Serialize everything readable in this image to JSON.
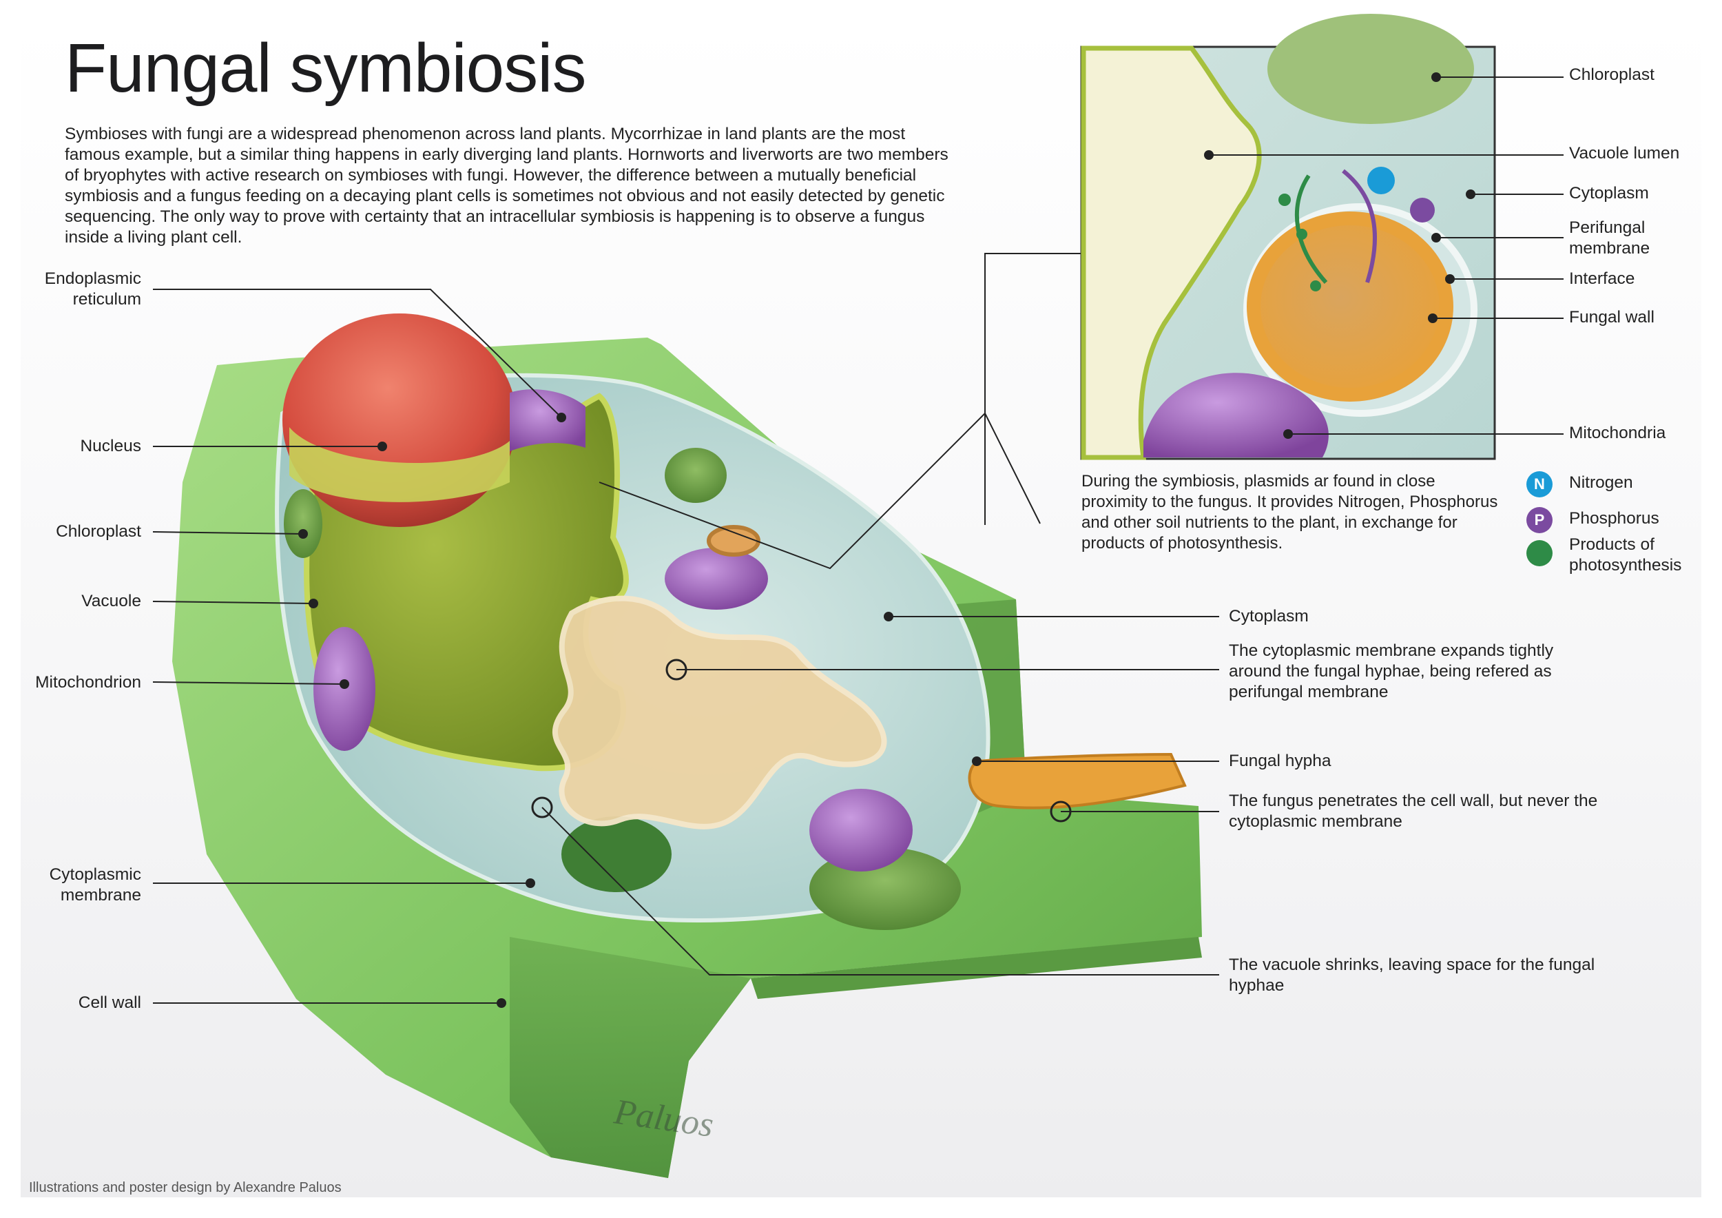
{
  "title": "Fungal symbiosis",
  "intro": "Symbioses with fungi are a widespread phenomenon across land plants. Mycorrhizae in land plants are the most famous example, but a similar thing happens in early diverging land plants. Hornworts and liverworts are two members of bryophytes with active research on symbioses with fungi. However, the difference between a mutually beneficial symbiosis and a fungus feeding on a decaying plant cells is sometimes not obvious and not easily detected by genetic sequencing. The only way to prove with certainty that an intracellular symbiosis is happening is to observe a fungus inside a living plant cell.",
  "left_labels": {
    "endoplasmic_reticulum": "Endoplasmic\nreticulum",
    "nucleus": "Nucleus",
    "chloroplast": "Chloroplast",
    "vacuole": "Vacuole",
    "mitochondrion": "Mitochondrion",
    "cytoplasmic_membrane": "Cytoplasmic\nmembrane",
    "cell_wall": "Cell wall"
  },
  "right_labels": {
    "cytoplasm": "Cytoplasm",
    "perifungal_note": "The cytoplasmic membrane expands tightly around the fungal hyphae, being refered as perifungal membrane",
    "fungal_hypha": "Fungal hypha",
    "penetration_note": "The fungus penetrates the cell wall, but never the cytoplasmic membrane",
    "vacuole_note": "The vacuole shrinks, leaving space for the fungal hyphae"
  },
  "inset_labels": {
    "chloroplast": "Chloroplast",
    "vacuole_lumen": "Vacuole lumen",
    "cytoplasm": "Cytoplasm",
    "perifungal_membrane": "Perifungal\nmembrane",
    "interface": "Interface",
    "fungal_wall": "Fungal wall",
    "mitochondria": "Mitochondria"
  },
  "inset_caption": "During the symbiosis, plasmids ar found in close proximity to the fungus. It provides Nitrogen, Phosphorus and other soil nutrients to the plant, in exchange for products of photosynthesis.",
  "legend": [
    {
      "symbol": "N",
      "label": "Nitrogen",
      "color": "#1a9bd7"
    },
    {
      "symbol": "P",
      "label": "Phosphorus",
      "color": "#7b4ba0"
    },
    {
      "symbol": "",
      "label": "Products of\nphotosynthesis",
      "color": "#2e8b47"
    }
  ],
  "signature": "Paluos",
  "footer": "Illustrations and poster design by Alexandre Paluos",
  "colors": {
    "cell_wall": "#8fce72",
    "cytoplasm": "#b9d9d7",
    "vacuole": "#9cb53a",
    "nucleus": "#d8584a",
    "mitochondria": "#9b5fb8",
    "fungus": "#e8a23a",
    "hypha": "#e8c790"
  }
}
